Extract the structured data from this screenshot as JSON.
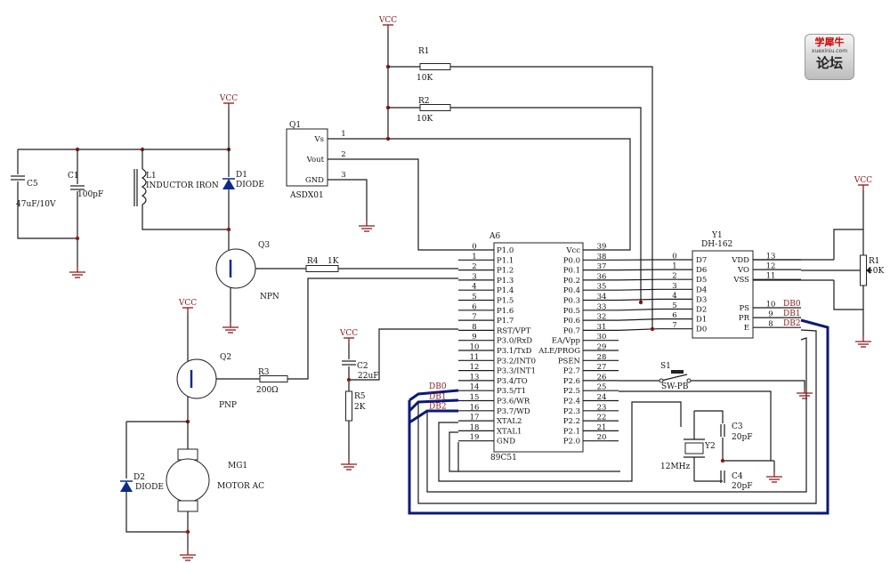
{
  "logo": {
    "line1": "学犀牛",
    "line2": "xuexiniu.com",
    "line3": "论坛"
  },
  "power": {
    "vcc": "VCC"
  },
  "components": {
    "r1_top": {
      "ref": "R1",
      "value": "10K"
    },
    "r2": {
      "ref": "R2",
      "value": "10K"
    },
    "q1": {
      "ref": "Q1",
      "part": "ASDX01",
      "pins": [
        "Vs",
        "Vout",
        "GND"
      ],
      "pin_numbers": [
        "1",
        "2",
        "3"
      ]
    },
    "c5": {
      "ref": "C5",
      "value": "47uF/10V"
    },
    "c1": {
      "ref": "C1",
      "value": "100pF"
    },
    "l1": {
      "ref": "L1",
      "value": "INDUCTOR IRON"
    },
    "d1": {
      "ref": "D1",
      "value": "DIODE"
    },
    "q3": {
      "ref": "Q3",
      "value": "NPN"
    },
    "r4": {
      "ref": "R4",
      "value": "1K"
    },
    "q2": {
      "ref": "Q2",
      "value": "PNP"
    },
    "r3": {
      "ref": "R3",
      "value": "200Ω"
    },
    "c2": {
      "ref": "C2",
      "value": "22uF"
    },
    "r5": {
      "ref": "R5",
      "value": "2K"
    },
    "d2": {
      "ref": "D2",
      "value": "DIODE"
    },
    "mg1": {
      "ref": "MG1",
      "value": "MOTOR AC"
    },
    "s1": {
      "ref": "S1",
      "value": "SW-PB"
    },
    "y2": {
      "ref": "Y2",
      "value": "12MHz"
    },
    "c3": {
      "ref": "C3",
      "value": "20pF"
    },
    "c4": {
      "ref": "C4",
      "value": "20pF"
    },
    "r1_right": {
      "ref": "R1",
      "value": "10K"
    }
  },
  "mcu": {
    "ref": "A6",
    "part": "89C51",
    "left_pins": [
      {
        "num": "0",
        "name": "P1.0"
      },
      {
        "num": "1",
        "name": "P1.1"
      },
      {
        "num": "2",
        "name": "P1.2"
      },
      {
        "num": "3",
        "name": "P1.3"
      },
      {
        "num": "4",
        "name": "P1.4"
      },
      {
        "num": "5",
        "name": "P1.5"
      },
      {
        "num": "6",
        "name": "P1.6"
      },
      {
        "num": "7",
        "name": "P1.7"
      },
      {
        "num": "8",
        "name": "RST/VPT"
      },
      {
        "num": "9",
        "name": "P3.0/RxD"
      },
      {
        "num": "10",
        "name": "P3.1/TxD"
      },
      {
        "num": "11",
        "name": "P3.2/INT0"
      },
      {
        "num": "12",
        "name": "P3.3/INT1"
      },
      {
        "num": "13",
        "name": "P3.4/TO"
      },
      {
        "num": "14",
        "name": "P3.5/T1"
      },
      {
        "num": "15",
        "name": "P3.6/WR"
      },
      {
        "num": "16",
        "name": "P3.7/WD"
      },
      {
        "num": "17",
        "name": "XTAL2"
      },
      {
        "num": "18",
        "name": "XTAL1"
      },
      {
        "num": "19",
        "name": "GND"
      }
    ],
    "right_pins": [
      {
        "num": "39",
        "name": "Vcc"
      },
      {
        "num": "38",
        "name": "P0.0"
      },
      {
        "num": "37",
        "name": "P0.1"
      },
      {
        "num": "36",
        "name": "P0.2"
      },
      {
        "num": "35",
        "name": "P0.4"
      },
      {
        "num": "34",
        "name": "P0.3"
      },
      {
        "num": "33",
        "name": "P0.5"
      },
      {
        "num": "32",
        "name": "P0.6"
      },
      {
        "num": "31",
        "name": "P0.7"
      },
      {
        "num": "30",
        "name": "EA/Vpp"
      },
      {
        "num": "29",
        "name": "ALE/PROG"
      },
      {
        "num": "28",
        "name": "PSEN"
      },
      {
        "num": "27",
        "name": "P2.7"
      },
      {
        "num": "26",
        "name": "P2.6"
      },
      {
        "num": "25",
        "name": "P2.5"
      },
      {
        "num": "24",
        "name": "P2.4"
      },
      {
        "num": "23",
        "name": "P2.3"
      },
      {
        "num": "22",
        "name": "P2.2"
      },
      {
        "num": "21",
        "name": "P2.1"
      },
      {
        "num": "20",
        "name": "P2.0"
      }
    ]
  },
  "lcd": {
    "ref": "Y1",
    "part": "DH-162",
    "left_pins": [
      {
        "num": "0",
        "name": "D7"
      },
      {
        "num": "1",
        "name": "D6"
      },
      {
        "num": "2",
        "name": "D5"
      },
      {
        "num": "3",
        "name": "D4"
      },
      {
        "num": "4",
        "name": "D3"
      },
      {
        "num": "5",
        "name": "D2"
      },
      {
        "num": "6",
        "name": "D1"
      },
      {
        "num": "7",
        "name": "D0"
      }
    ],
    "right_pins": [
      {
        "num": "13",
        "name": "VDD"
      },
      {
        "num": "12",
        "name": "VO"
      },
      {
        "num": "11",
        "name": "VSS"
      },
      {
        "num": "10",
        "name": "PS"
      },
      {
        "num": "9",
        "name": "PR"
      },
      {
        "num": "8",
        "name": "E"
      }
    ]
  },
  "nets": {
    "lcd": [
      "DB0",
      "DB1",
      "DB2"
    ],
    "mcu": [
      "DB0",
      "DB1",
      "DB2"
    ]
  }
}
